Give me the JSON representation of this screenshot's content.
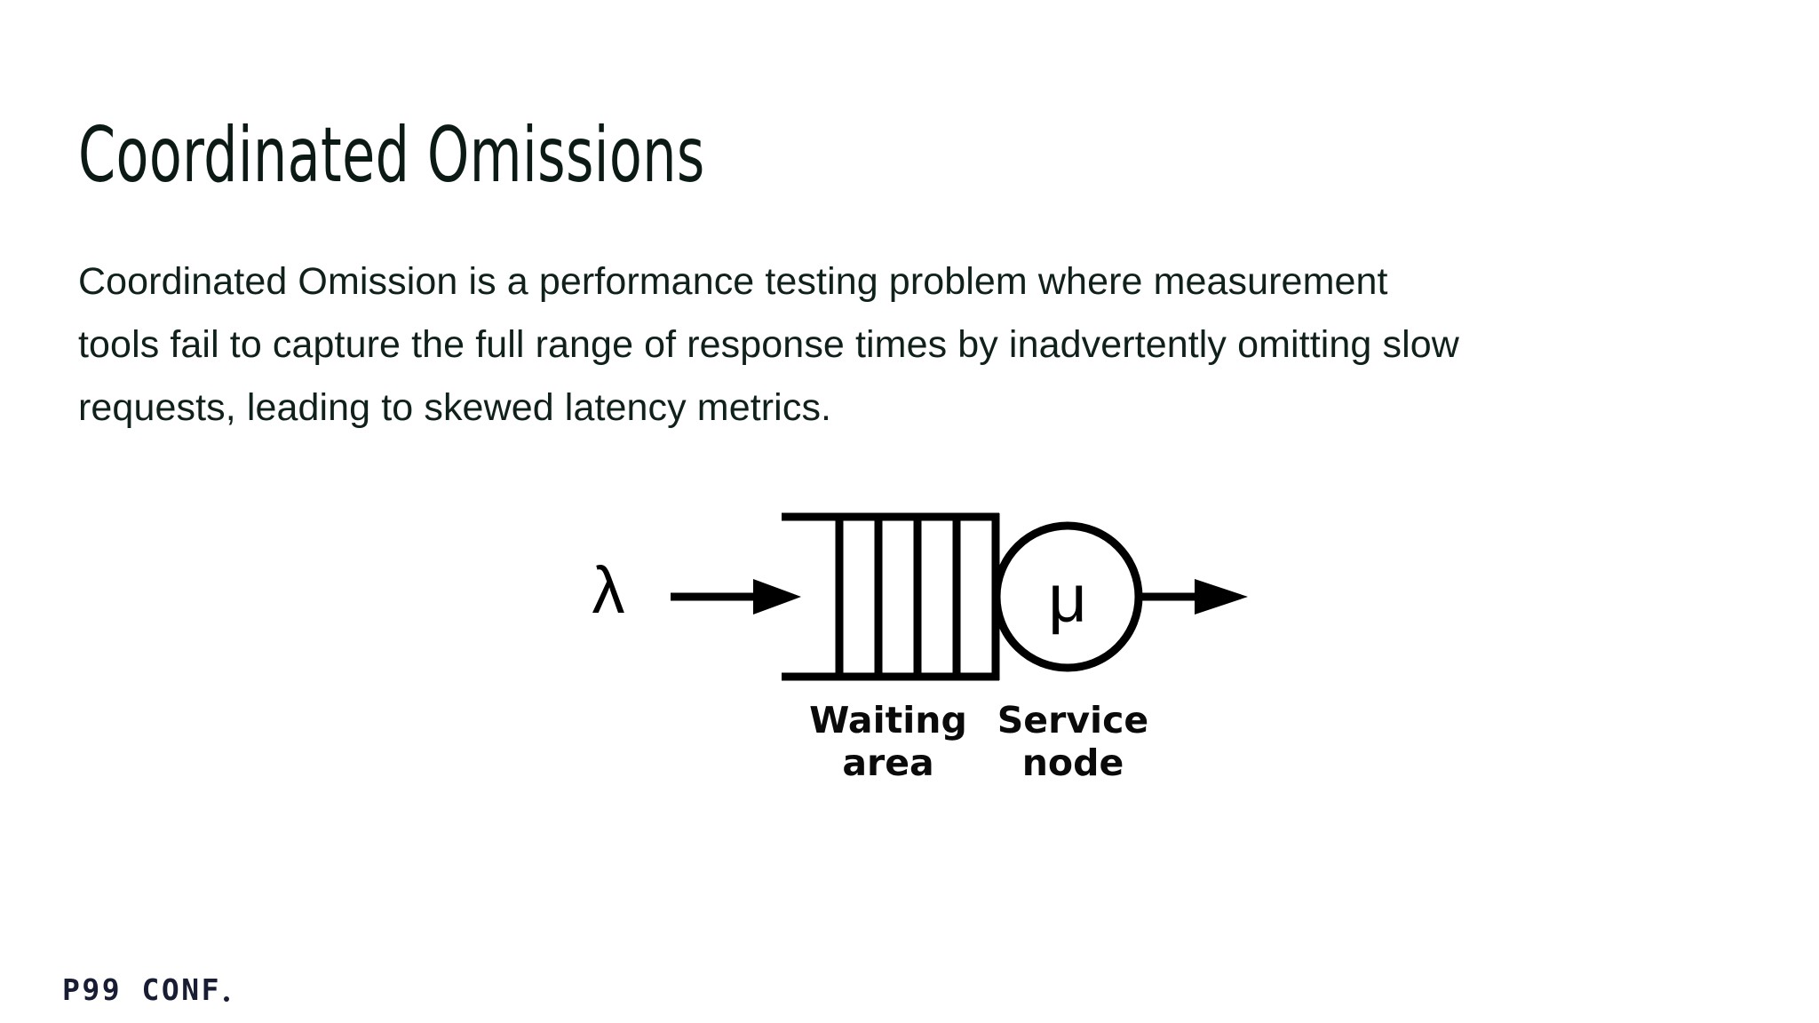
{
  "slide": {
    "title": "Coordinated Omissions",
    "background_color": "#ffffff",
    "title_color": "#0c1a16",
    "body_color": "#10201b",
    "ink_color": "#000000",
    "logo_color": "#181d33"
  },
  "body": {
    "full_text": "Coordinated Omission is a performance testing problem where measurement tools fail to capture the full range of response times by inadvertently omitting slow requests, leading to skewed latency metrics.",
    "lines": [
      "Coordinated Omission is a performance testing problem where measurement",
      "tools fail to capture the full range of response times by inadvertently omitting slow",
      "requests, leading to skewed latency metrics."
    ]
  },
  "diagram": {
    "type": "queueing-model",
    "arrival_symbol": "λ",
    "service_symbol": "μ",
    "waiting_area_label_line1": "Waiting",
    "waiting_area_label_line2": "area",
    "service_node_label_line1": "Service",
    "service_node_label_line2": "node",
    "queue_slot_count": 5,
    "queue_divider_count": 4,
    "inbound_arrow": "arrow-right",
    "outbound_arrow": "arrow-right"
  },
  "footer": {
    "logo_text": "P99 CONF",
    "logo_has_dot": true
  }
}
